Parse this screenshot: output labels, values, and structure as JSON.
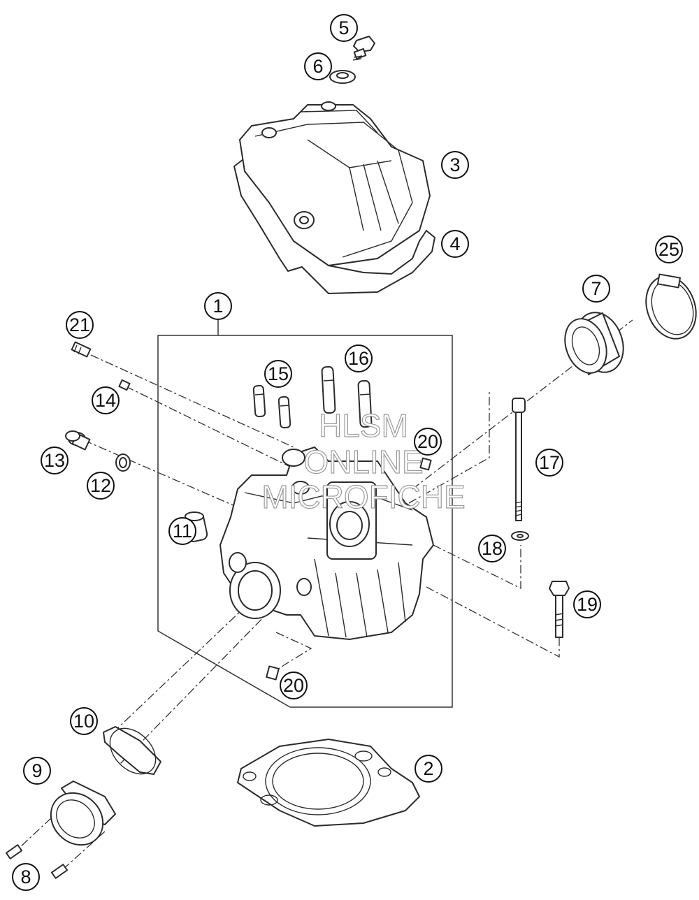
{
  "callouts": [
    {
      "id": "c1",
      "label": "1"
    },
    {
      "id": "c2",
      "label": "2"
    },
    {
      "id": "c3",
      "label": "3"
    },
    {
      "id": "c4",
      "label": "4"
    },
    {
      "id": "c5",
      "label": "5"
    },
    {
      "id": "c6",
      "label": "6"
    },
    {
      "id": "c7",
      "label": "7"
    },
    {
      "id": "c8",
      "label": "8"
    },
    {
      "id": "c9",
      "label": "9"
    },
    {
      "id": "c10",
      "label": "10"
    },
    {
      "id": "c11",
      "label": "11"
    },
    {
      "id": "c12",
      "label": "12"
    },
    {
      "id": "c13",
      "label": "13"
    },
    {
      "id": "c14",
      "label": "14"
    },
    {
      "id": "c15",
      "label": "15"
    },
    {
      "id": "c16",
      "label": "16"
    },
    {
      "id": "c17",
      "label": "17"
    },
    {
      "id": "c18",
      "label": "18"
    },
    {
      "id": "c19",
      "label": "19"
    },
    {
      "id": "c20a",
      "label": "20"
    },
    {
      "id": "c20b",
      "label": "20"
    },
    {
      "id": "c21",
      "label": "21"
    },
    {
      "id": "c25",
      "label": "25"
    }
  ],
  "watermark": {
    "line1": "HLSM",
    "line2": "ONLINE",
    "line3": "MICROFICHE"
  }
}
